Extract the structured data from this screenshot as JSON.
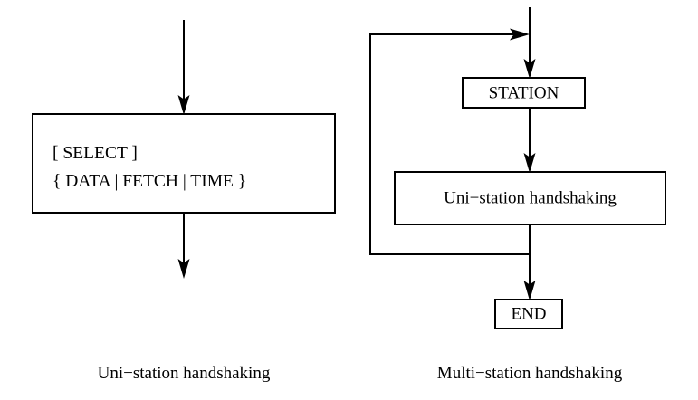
{
  "figure": {
    "title": "Handshaking procedure flowcharts",
    "background_color": "#ffffff",
    "stroke_color": "#000000"
  },
  "diagrams": [
    {
      "id": "uni-station",
      "caption": "Uni−station handshaking",
      "nodes": [
        {
          "id": "select-block",
          "shape": "rectangle",
          "lines": [
            "[ SELECT ]",
            "{ DATA | FETCH | TIME }"
          ]
        }
      ],
      "edges": [
        {
          "id": "entry-arrow",
          "from": "start",
          "to": "select-block",
          "direction": "down"
        },
        {
          "id": "exit-arrow",
          "from": "select-block",
          "to": "end",
          "direction": "down"
        }
      ]
    },
    {
      "id": "multi-station",
      "caption": "Multi−station handshaking",
      "nodes": [
        {
          "id": "station-block",
          "shape": "rectangle",
          "label": "STATION"
        },
        {
          "id": "uni-station-block",
          "shape": "rectangle",
          "label": "Uni−station handshaking"
        },
        {
          "id": "end-block",
          "shape": "rectangle",
          "label": "END"
        }
      ],
      "edges": [
        {
          "id": "entry-arrow",
          "from": "start",
          "to": "station-block",
          "direction": "down"
        },
        {
          "id": "station-to-uni-arrow",
          "from": "station-block",
          "to": "uni-station-block",
          "direction": "down"
        },
        {
          "id": "uni-to-end-arrow",
          "from": "uni-station-block",
          "to": "end-block",
          "direction": "down"
        },
        {
          "id": "feedback-loop-arrow",
          "from": "uni-station-block",
          "to": "entry-junction",
          "direction": "loop-left-up-right"
        }
      ]
    }
  ],
  "labels": {
    "select_line_1": "[ SELECT ]",
    "select_line_2": "{ DATA | FETCH | TIME }",
    "station": "STATION",
    "uni_station_handshaking": "Uni−station handshaking",
    "end": "END",
    "caption_left": "Uni−station handshaking",
    "caption_right": "Multi−station handshaking"
  }
}
